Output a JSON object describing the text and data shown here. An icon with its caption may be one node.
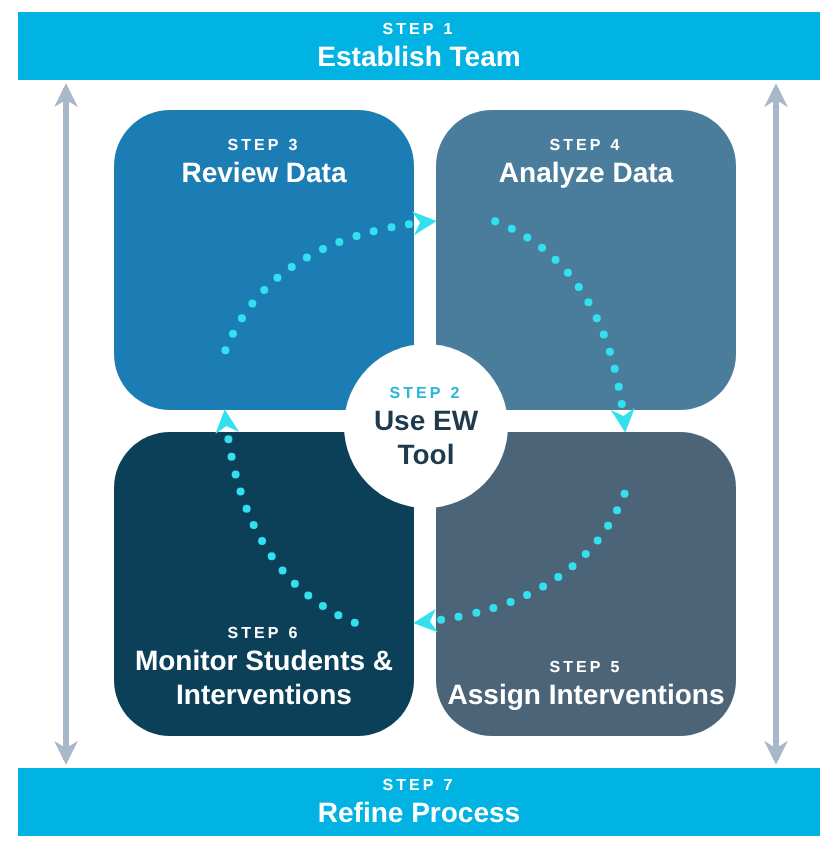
{
  "diagram": {
    "nodes": [
      {
        "text": [
          "STEP 1",
          "Establish Team"
        ]
      },
      {
        "text": [
          "STEP 3",
          "Review Data"
        ]
      },
      {
        "text": [
          "STEP 4",
          "Analyze Data"
        ]
      },
      {
        "text": [
          "STEP 2",
          "Use EW Tool"
        ]
      },
      {
        "text": [
          "STEP 6",
          "Monitor Students & Interventions"
        ]
      },
      {
        "text": [
          "STEP 5",
          "Assign Interventions"
        ]
      },
      {
        "text": [
          "STEP 7",
          "Refine Process"
        ]
      }
    ],
    "edges": [
      {
        "from": 1,
        "to": 2,
        "arrow": "to",
        "style": "dashed"
      },
      {
        "from": 2,
        "to": 5,
        "arrow": "to",
        "style": "dashed"
      },
      {
        "from": 5,
        "to": 4,
        "arrow": "to",
        "style": "dashed"
      },
      {
        "from": 4,
        "to": 1,
        "arrow": "to",
        "style": "dashed"
      },
      {
        "from": 0,
        "to": 6,
        "arrow": "both",
        "color": "#a9b8c8"
      },
      {
        "from": 0,
        "to": 6,
        "arrow": "both",
        "color": "#a9b8c8"
      }
    ]
  }
}
